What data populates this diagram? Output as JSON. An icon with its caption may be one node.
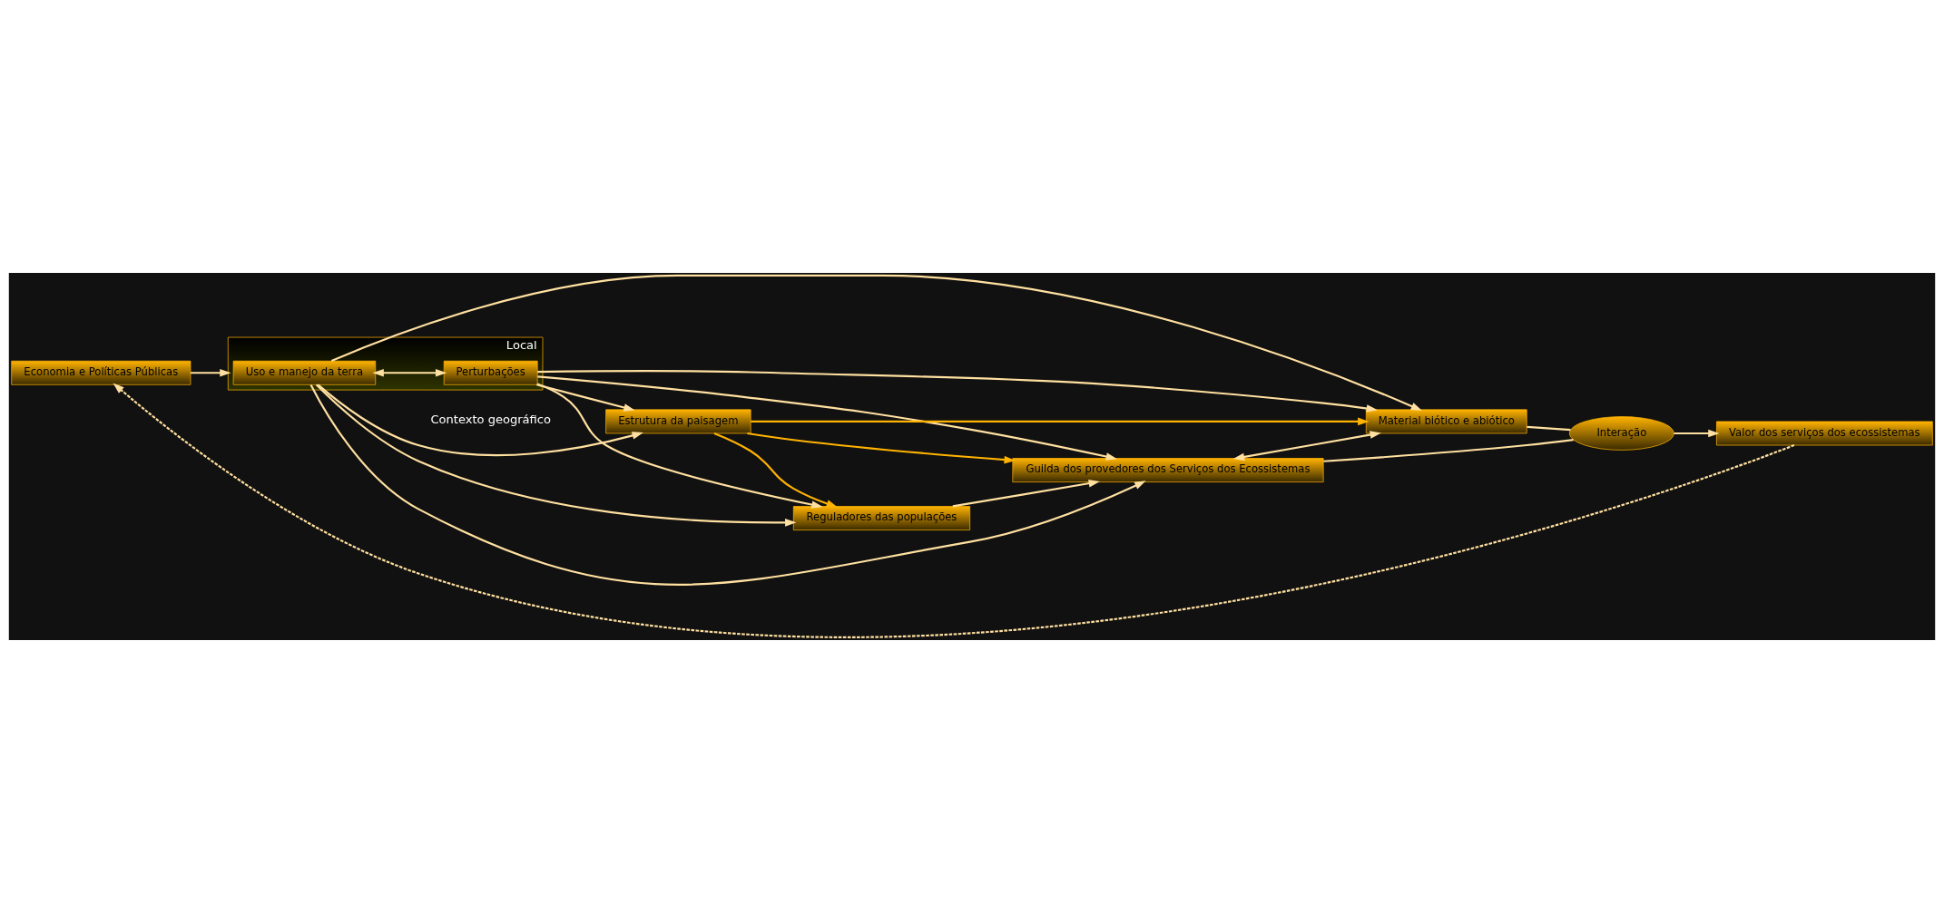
{
  "diagram": {
    "nodes": [
      {
        "text": [
          "Economia e Políticas Públicas"
        ]
      },
      {
        "text": [
          "Local"
        ],
        "beside": [
          "Contexto geográfico"
        ]
      },
      {
        "text": [
          "Uso e manejo da terra"
        ],
        "in": 1
      },
      {
        "text": [
          "Perturbações"
        ],
        "in": 1
      },
      {
        "text": [
          "Estrutura da paisagem"
        ]
      },
      {
        "text": [
          "Reguladores das populações"
        ]
      },
      {
        "text": [
          "Guilda dos provedores dos Serviços dos Ecossistemas"
        ]
      },
      {
        "text": [
          "Interação"
        ]
      },
      {
        "text": [
          "Material biótico e abiótico"
        ]
      },
      {
        "text": [
          "Valor dos serviços dos ecossistemas"
        ]
      }
    ],
    "edges": [
      {
        "from": 9,
        "to": 0,
        "arrow": "to",
        "style": "dashed"
      },
      {
        "from": 0,
        "to": 1,
        "arrow": "to"
      },
      {
        "from": 2,
        "to": 3,
        "arrow": "both"
      },
      {
        "from": 2,
        "to": 5,
        "arrow": "to"
      },
      {
        "from": 3,
        "to": 5,
        "arrow": "to"
      },
      {
        "from": 2,
        "to": 6,
        "arrow": "to"
      },
      {
        "from": 3,
        "to": 6,
        "arrow": "to"
      },
      {
        "from": 2,
        "to": 4,
        "arrow": "to"
      },
      {
        "from": 3,
        "to": 4,
        "arrow": "to"
      },
      {
        "from": 2,
        "to": 8,
        "arrow": "to"
      },
      {
        "from": 3,
        "to": 8,
        "arrow": "to"
      },
      {
        "from": 4,
        "to": 5,
        "arrow": "to",
        "color": "#ffb300"
      },
      {
        "from": 4,
        "to": 6,
        "arrow": "to",
        "color": "#ffb300"
      },
      {
        "from": 4,
        "to": 8,
        "arrow": "to",
        "color": "#ffb300"
      },
      {
        "from": 5,
        "to": 6,
        "arrow": "to"
      },
      {
        "from": 6,
        "to": 8,
        "arrow": "both"
      },
      {
        "from": 6,
        "to": 7,
        "arrow": "none"
      },
      {
        "from": 8,
        "to": 7,
        "arrow": "none"
      },
      {
        "from": 7,
        "to": 9,
        "arrow": "to"
      }
    ]
  }
}
